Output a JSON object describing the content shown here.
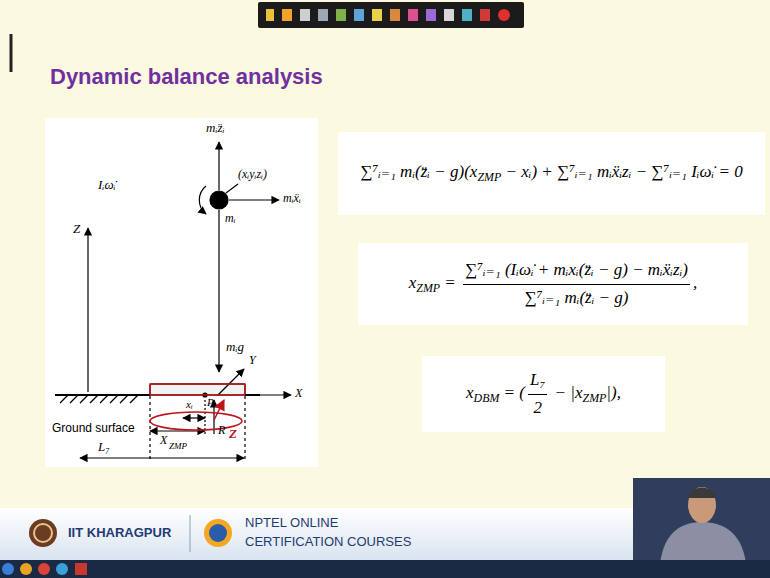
{
  "diagram": {
    "title": "Dynamic balance analysis",
    "nodes": [
      {
        "text": [
          "∑⁷ᵢ₌₁ mᵢ(z̈ᵢ − g)(x",
          "ZMP",
          " − xᵢ) + ∑⁷ᵢ₌₁ mᵢẍᵢzᵢ − ∑⁷ᵢ₌₁ Iᵢω̇ᵢ = 0"
        ]
      },
      {
        "text": [
          "x",
          "ZMP",
          " = ",
          "∑⁷ᵢ₌₁ (Iᵢω̇ᵢ + mᵢxᵢ(z̈ᵢ − g) − mᵢẍᵢzᵢ)",
          "∑⁷ᵢ₌₁ mᵢ(z̈ᵢ − g)",
          ","
        ]
      },
      {
        "text": [
          "x",
          "DBM",
          " = (",
          "L₇",
          "2",
          " − |x",
          "ZMP",
          "|),"
        ]
      }
    ],
    "labels": [
      "mᵢz̈ᵢ",
      "Iᵢω̇ᵢ",
      "Z",
      "(xᵢyᵢzᵢ)",
      "mᵢẍᵢ",
      "mᵢ",
      "mᵢg",
      "Y",
      "X",
      "P",
      "xᵢ",
      "R",
      "Z",
      "Ground surface",
      "X",
      "ZMP",
      "L₇",
      "IIT KHARAGPUR",
      "NPTEL ONLINE",
      "CERTIFICATION COURSES"
    ]
  }
}
